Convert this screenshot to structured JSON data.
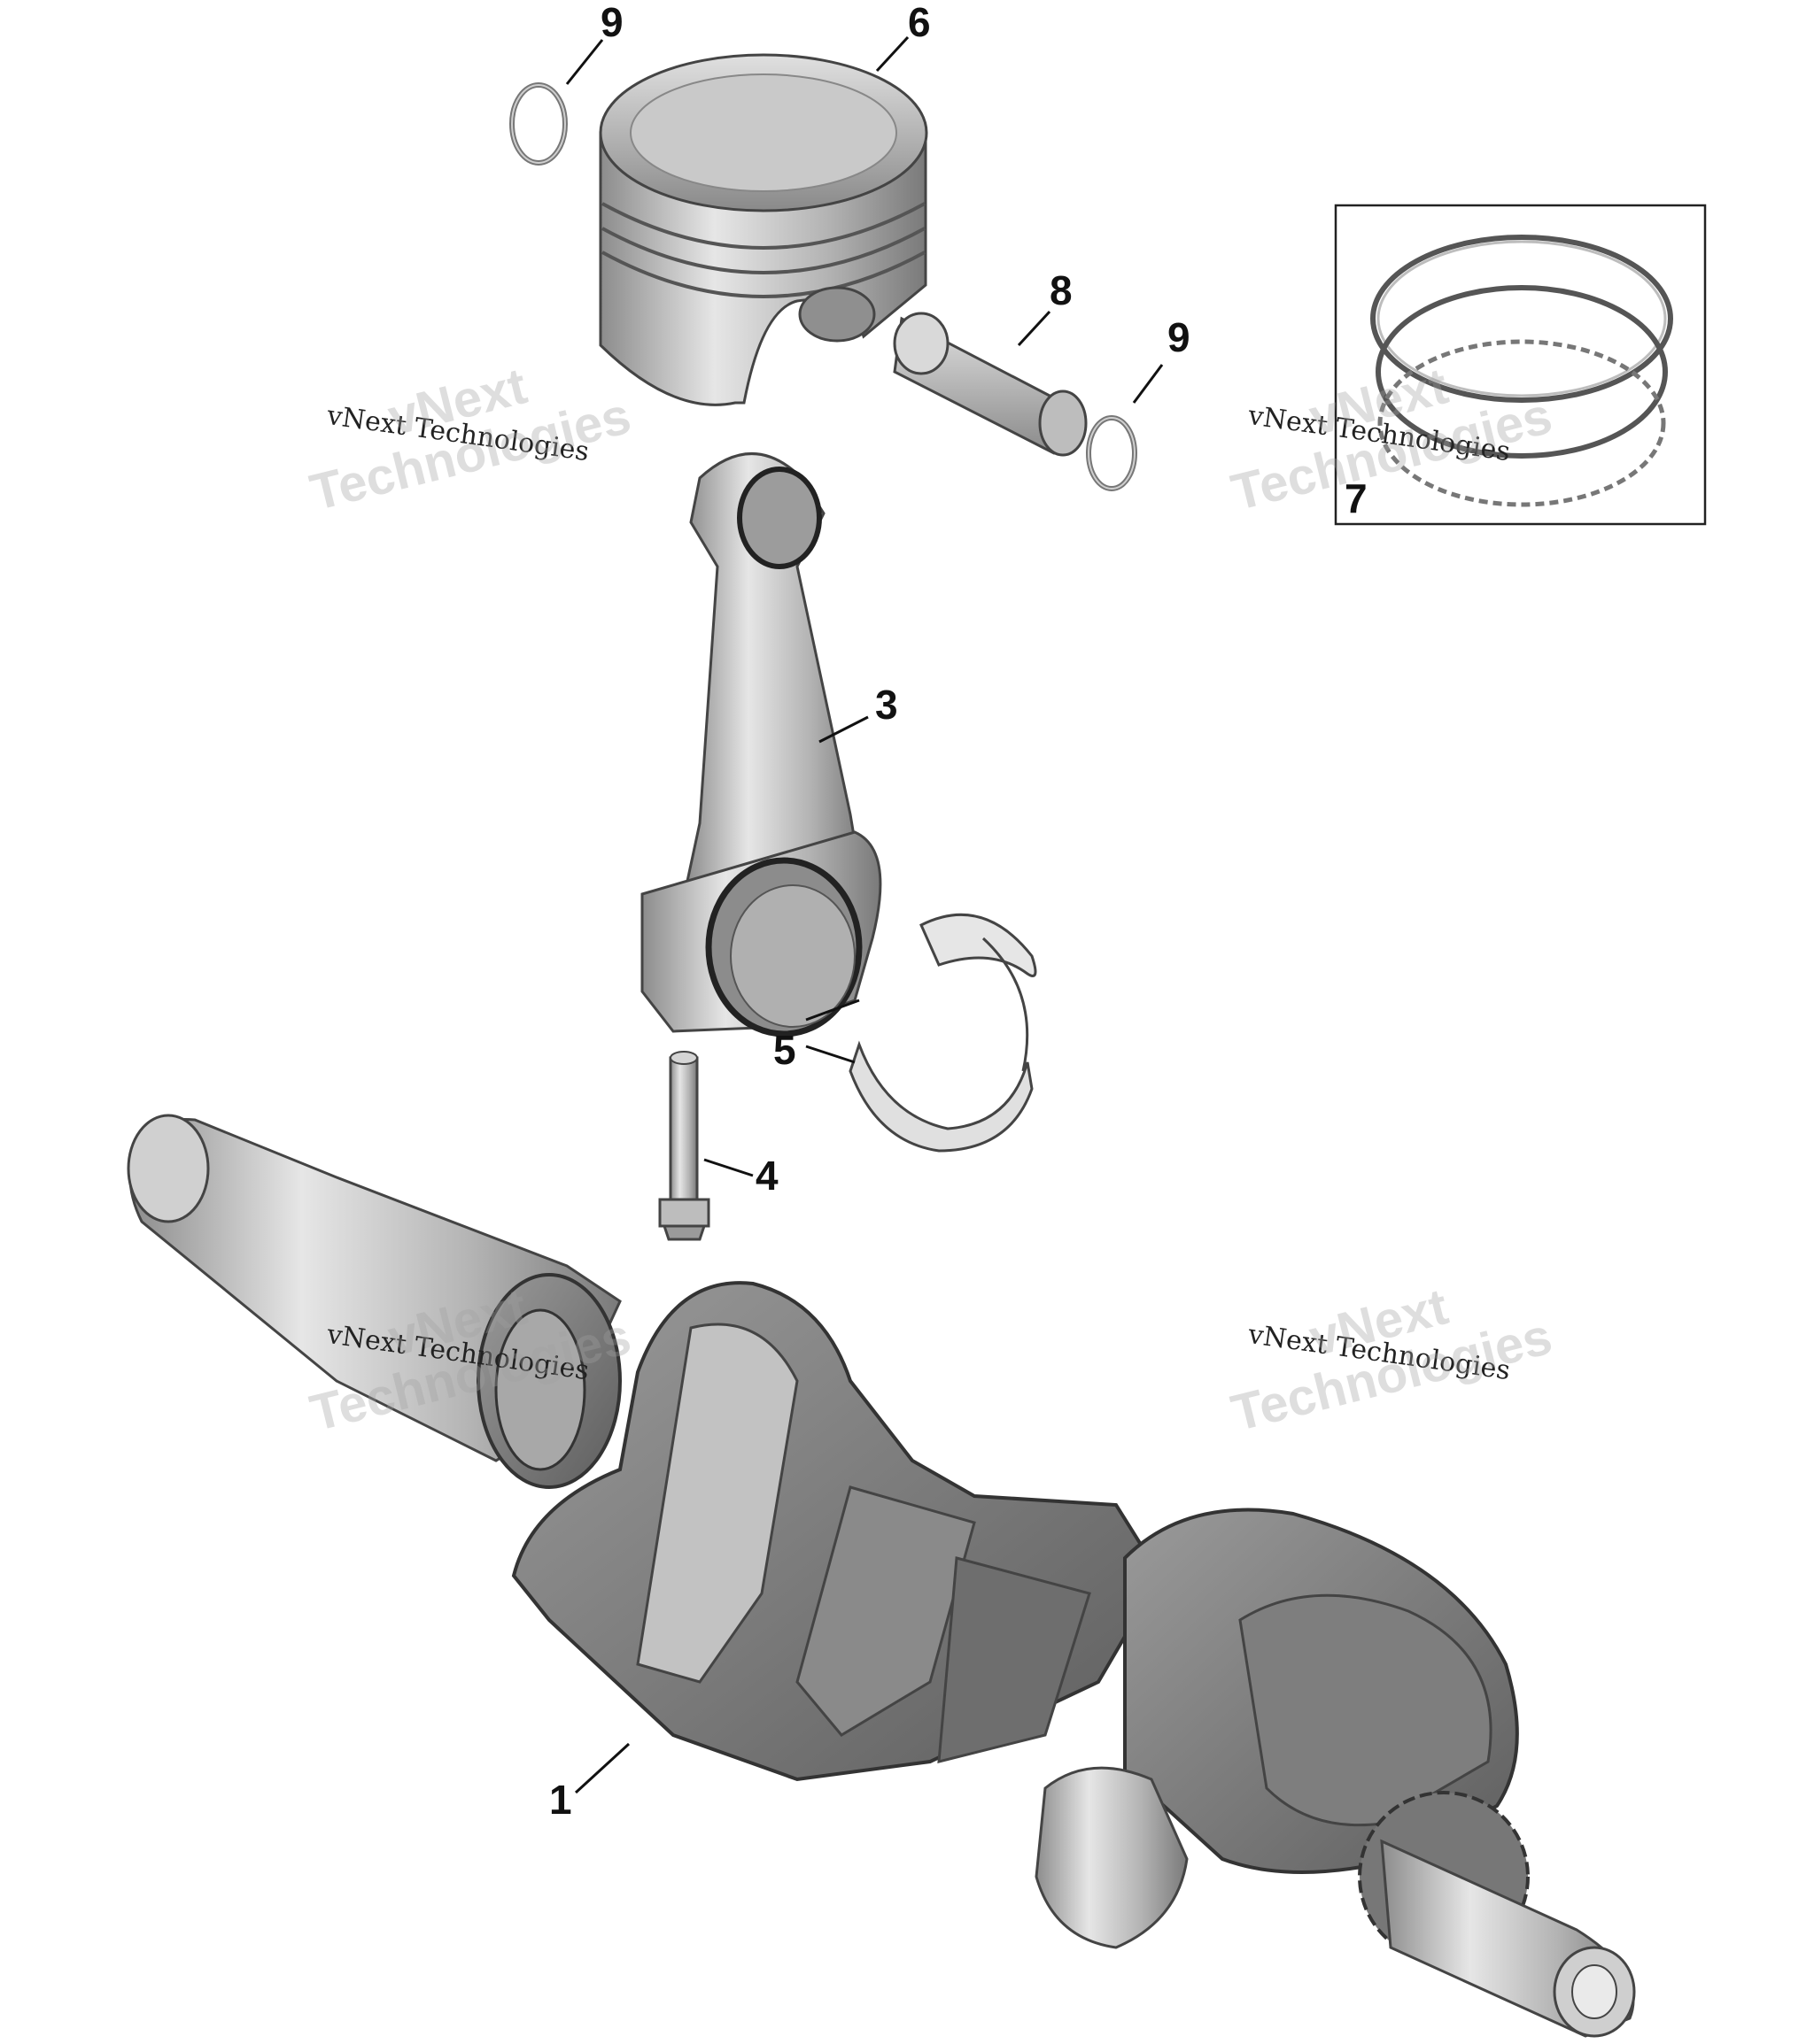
{
  "callouts": {
    "c1": "1",
    "c3": "3",
    "c4": "4",
    "c5": "5",
    "c6": "6",
    "c7": "7",
    "c8": "8",
    "c9a": "9",
    "c9b": "9"
  },
  "watermark": {
    "small": "vNext Technologies",
    "big_line1": "vNext",
    "big_line2": "Technologies"
  },
  "parts": {
    "p1": "crankshaft",
    "p3": "connecting-rod",
    "p4": "bolt",
    "p5": "bearing-shells",
    "p6": "piston",
    "p7": "piston-ring-set",
    "p8": "piston-pin",
    "p9": "circlip"
  }
}
